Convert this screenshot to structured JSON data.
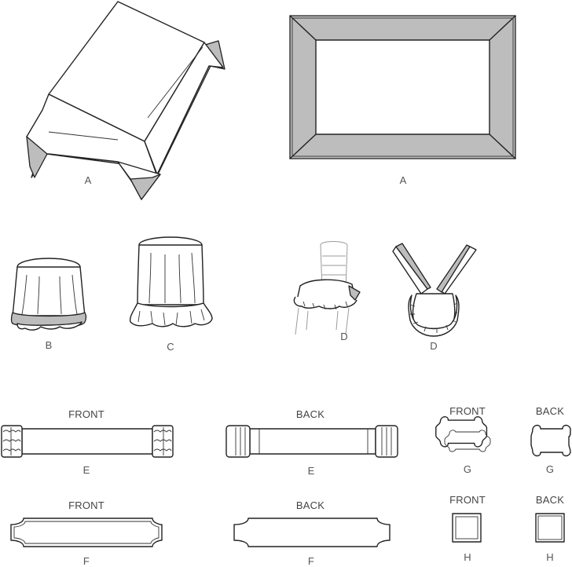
{
  "views": {
    "tablecloth_3d": {
      "label": "A"
    },
    "tablecloth_flat": {
      "label": "A"
    },
    "round_b": {
      "label": "B"
    },
    "round_c": {
      "label": "C"
    },
    "chair": {
      "label": "D"
    },
    "cushion": {
      "label": "D"
    },
    "runner_e_front": {
      "label": "E",
      "header": "FRONT"
    },
    "runner_e_back": {
      "label": "E",
      "header": "BACK"
    },
    "place_g_front": {
      "label": "G",
      "header": "FRONT"
    },
    "place_g_back": {
      "label": "G",
      "header": "BACK"
    },
    "runner_f_front": {
      "label": "F",
      "header": "FRONT"
    },
    "runner_f_back": {
      "label": "F",
      "header": "BACK"
    },
    "place_h_front": {
      "label": "H",
      "header": "FRONT"
    },
    "place_h_back": {
      "label": "H",
      "header": "BACK"
    }
  },
  "colors": {
    "line": "#222222",
    "band": "#bdbdbd",
    "paper": "#ffffff",
    "label": "#555555"
  }
}
